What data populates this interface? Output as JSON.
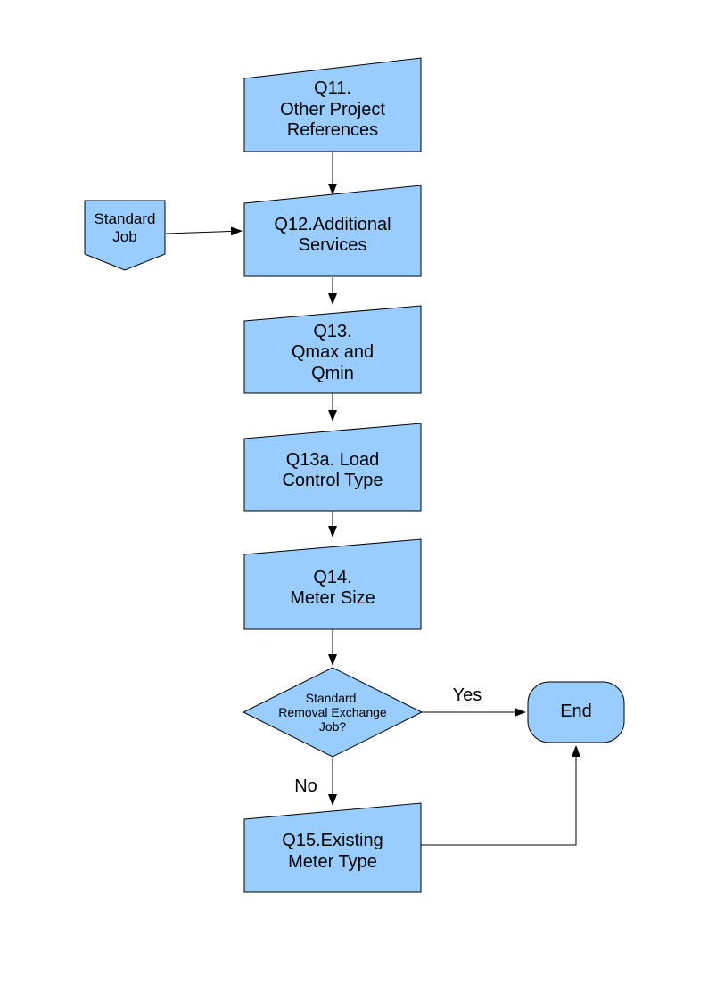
{
  "colors": {
    "background": "#FFFFFF",
    "node_fill": "#99CCFF",
    "node_stroke": "#000000",
    "edge": "#000000",
    "text": "#000000"
  },
  "flowchart": {
    "nodes": {
      "q11": {
        "label": "Q11.\nOther Project\nReferences",
        "shape": "manual-input"
      },
      "standard_job": {
        "label": "Standard\nJob",
        "shape": "off-page-connector"
      },
      "q12": {
        "label": "Q12.Additional\nServices",
        "shape": "manual-input"
      },
      "q13": {
        "label": "Q13.\nQmax and\nQmin",
        "shape": "manual-input"
      },
      "q13a": {
        "label": "Q13a. Load\nControl Type",
        "shape": "manual-input"
      },
      "q14": {
        "label": "Q14.\nMeter Size",
        "shape": "manual-input"
      },
      "decision": {
        "label": "Standard,\nRemoval Exchange\nJob?",
        "shape": "decision"
      },
      "end": {
        "label": "End",
        "shape": "terminator"
      },
      "q15": {
        "label": "Q15.Existing\nMeter Type",
        "shape": "manual-input"
      }
    },
    "edge_labels": {
      "yes": "Yes",
      "no": "No"
    },
    "edges": [
      {
        "from": "q11",
        "to": "q12",
        "label": ""
      },
      {
        "from": "standard_job",
        "to": "q12",
        "label": ""
      },
      {
        "from": "q12",
        "to": "q13",
        "label": ""
      },
      {
        "from": "q13",
        "to": "q13a",
        "label": ""
      },
      {
        "from": "q13a",
        "to": "q14",
        "label": ""
      },
      {
        "from": "q14",
        "to": "decision",
        "label": ""
      },
      {
        "from": "decision",
        "to": "end",
        "label": "Yes"
      },
      {
        "from": "decision",
        "to": "q15",
        "label": "No"
      },
      {
        "from": "q15",
        "to": "end",
        "label": ""
      }
    ]
  }
}
